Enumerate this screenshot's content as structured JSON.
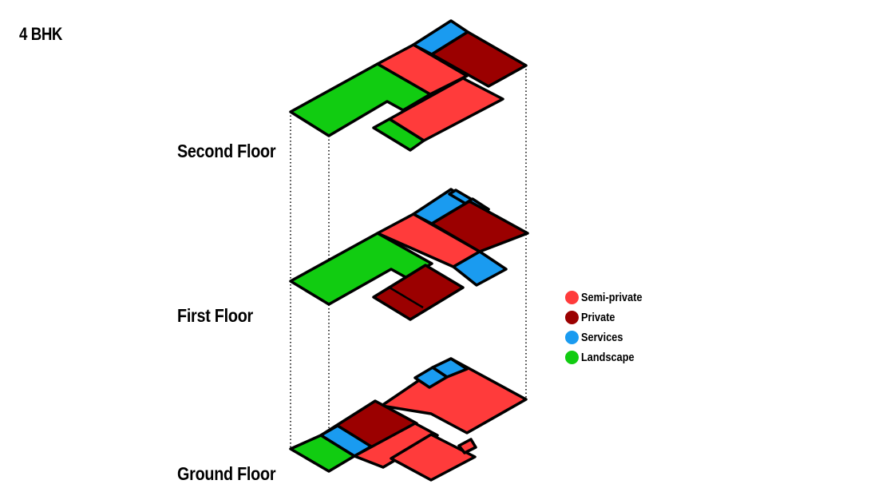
{
  "title": "4 BHK",
  "floors": {
    "second": "Second Floor",
    "first": "First Floor",
    "ground": "Ground Floor"
  },
  "colors": {
    "semi_private": "#ff3b3b",
    "private": "#9b0000",
    "services": "#1a9bf0",
    "landscape": "#11cc11",
    "outline": "#000000"
  },
  "legend": [
    {
      "label": "Semi-private",
      "color": "#ff3b3b"
    },
    {
      "label": "Private",
      "color": "#9b0000"
    },
    {
      "label": "Services",
      "color": "#1a9bf0"
    },
    {
      "label": "Landscape",
      "color": "#11cc11"
    }
  ]
}
